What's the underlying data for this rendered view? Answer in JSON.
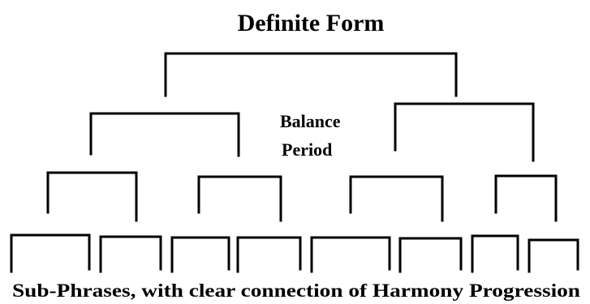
{
  "title": "Definite Form",
  "middle_label": {
    "line1": "Balance",
    "line2": "Period"
  },
  "caption": "Sub-Phrases, with clear connection of Harmony Progression",
  "colors": {
    "ink": "#000000",
    "background": "#ffffff"
  }
}
